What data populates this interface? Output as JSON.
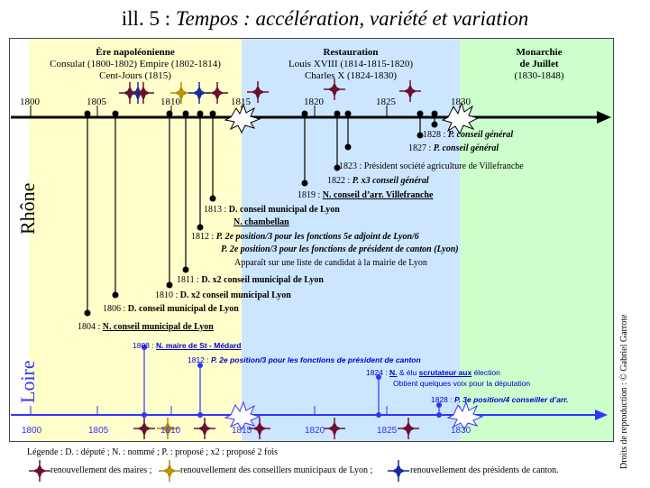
{
  "title": {
    "prefix": "ill. 5 : ",
    "italic": "Tempos : accélération, variété et variation"
  },
  "regimes": [
    {
      "name": "Ère napoléonienne",
      "lines": [
        "Consulat (1800-1802) Empire (1802-1814)",
        "Cent-Jours (1815)"
      ],
      "color": "#ffffcc"
    },
    {
      "name": "Restauration",
      "lines": [
        "Louis XVIII (1814-1815-1820)",
        "Charles X (1824-1830)"
      ],
      "color": "#cce6ff"
    },
    {
      "name": "Monarchie",
      "lines": [
        "de Juillet",
        "(1830-1848)"
      ],
      "color": "#ccffcc"
    }
  ],
  "axis": {
    "ticks": [
      "1800",
      "1805",
      "1810",
      "1815",
      "1820",
      "1825",
      "1830"
    ]
  },
  "sides": {
    "rhone": "Rhône",
    "loire": "Loire"
  },
  "credit": "Droits de reproduction : © Gabriel Garrote",
  "rhone_events": {
    "e1828": {
      "year": "1828 : ",
      "text": "P.  conseil général"
    },
    "e1827": {
      "year": "1827 : ",
      "text": "P. conseil général"
    },
    "e1823": {
      "year": "1823 : ",
      "text": "Président société agriculture de Villefranche"
    },
    "e1822": {
      "year": "1822 : ",
      "text": "P. x3 conseil général"
    },
    "e1819": {
      "year": "1819 : ",
      "text": "N. conseil d’arr. Villefranche"
    },
    "e1813": {
      "year": "1813 : ",
      "text": "D. conseil municipal de Lyon"
    },
    "e1813b": {
      "text": "N. chambellan"
    },
    "e1812": {
      "year": "1812 : ",
      "text": "P.   2e position/3 pour les fonctions 5e adjoint de Lyon/6"
    },
    "e1812b": {
      "text": "P.  2e position/3 pour les fonctions de président de canton (Lyon)"
    },
    "e1812c": {
      "text": "Apparaît sur une liste de candidat à la mairie de Lyon"
    },
    "e1811": {
      "year": "1811 : ",
      "text": "D. x2 conseil municipal de Lyon"
    },
    "e1810": {
      "year": "1810 : ",
      "text": "D. x2 conseil municipal Lyon"
    },
    "e1806": {
      "year": "1806 : ",
      "text": "D. conseil municipal de Lyon"
    },
    "e1804": {
      "year": "1804 : ",
      "text": "N. conseil municipal de Lyon"
    }
  },
  "loire_events": {
    "e1808": {
      "year": "1808 : ",
      "text": "N. maire de St - Médard"
    },
    "e1812": {
      "year": "1812 : ",
      "text": "P.  2e position/3 pour les fonctions de président de canton"
    },
    "e1824": {
      "year": "1824 : ",
      "n": "N.",
      "mid": " & élu ",
      "u": "scrutateur aux",
      "end": " élection"
    },
    "e1824b": {
      "text": "Obtient quelques voix pour la députation"
    },
    "e1828": {
      "year": "1828 : ",
      "text": "P. 3e position/4 conseiller d’arr."
    }
  },
  "legend": {
    "line1": "Légende : D. : député ; N. : nommé ; P. : proposé ; x2 : proposé 2 fois",
    "maires": "renouvellement des maires ;",
    "conseillers": "renouvellement des conseillers municipaux de Lyon ;",
    "presidents": "renouvellement des présidents de canton."
  },
  "colors": {
    "maires": "#6b1030",
    "conseillers": "#e8c020",
    "presidents": "#1a2a9a",
    "axis_rhone": "#000000",
    "axis_loire": "#3333ff"
  }
}
